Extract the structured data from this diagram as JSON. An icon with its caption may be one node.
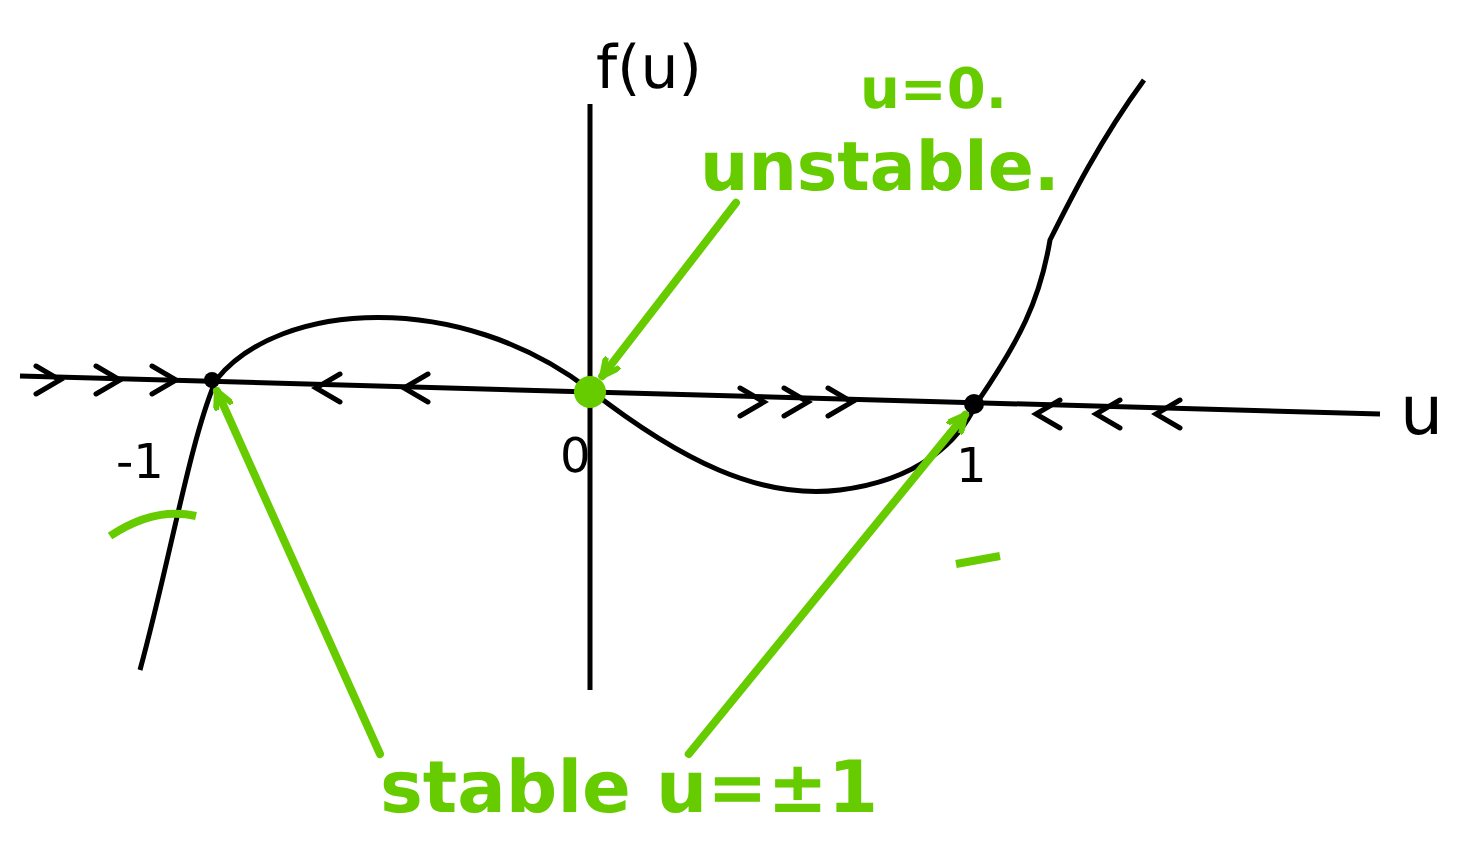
{
  "diagram": {
    "nodes": [
      {
        "text": [
          "u=0.",
          "unstable."
        ]
      },
      {
        "text": [],
        "shape": "circle"
      },
      {
        "text": [
          "stable u=±1"
        ]
      },
      {
        "text": [],
        "shape": "circle"
      },
      {
        "text": [],
        "shape": "circle"
      }
    ],
    "edges": [
      {
        "from": 0,
        "to": 1,
        "arrow": "to"
      },
      {
        "from": 2,
        "to": 3,
        "arrow": "to"
      },
      {
        "from": 2,
        "to": 4,
        "arrow": "to"
      }
    ],
    "labels": [
      "f(u)",
      "u",
      "-1",
      "0",
      "1"
    ]
  }
}
